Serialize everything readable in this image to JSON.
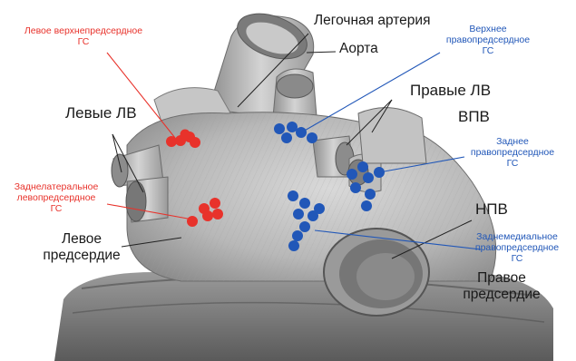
{
  "colors": {
    "red": "#e8322b",
    "blue": "#2157b8",
    "text": "#1a1a1a"
  },
  "labels": {
    "pulmonary_artery": "Легочная артерия",
    "aorta": "Аорта",
    "left_pv": "Левые ЛВ",
    "right_pv": "Правые ЛВ",
    "svc": "ВПВ",
    "ivc": "НПВ",
    "left_atrium_1": "Левое",
    "left_atrium_2": "предсердие",
    "right_atrium_1": "Правое",
    "right_atrium_2": "предсердие"
  },
  "gp_labels": {
    "left_superior_1": "Левое верхнепредсердное",
    "left_superior_2": "ГС",
    "left_posterolateral_1": "Заднелатеральное",
    "left_posterolateral_2": "левопредсердное",
    "left_posterolateral_3": "ГС",
    "right_superior_1": "Верхнее",
    "right_superior_2": "правопредсердное",
    "right_superior_3": "ГС",
    "right_posterior_1": "Заднее",
    "right_posterior_2": "правопредсердное",
    "right_posterior_3": "ГС",
    "right_posteromedial_1": "Заднемедиальное",
    "right_posteromedial_2": "правопредсердное",
    "right_posteromedial_3": "ГС"
  }
}
